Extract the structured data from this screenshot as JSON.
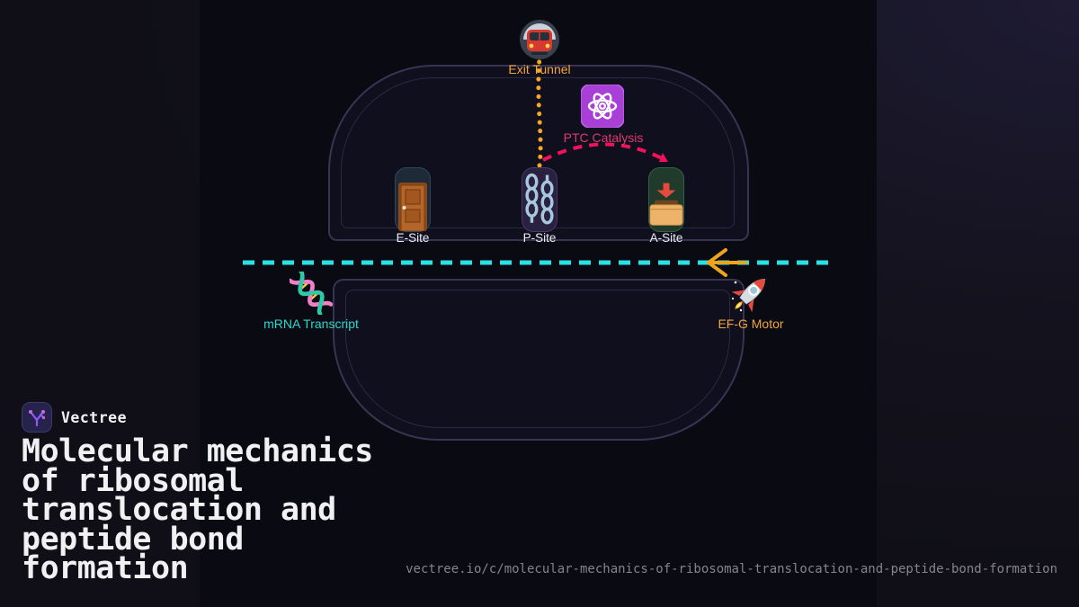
{
  "brand": {
    "name": "Vectree"
  },
  "title": "Molecular mechanics\nof ribosomal\ntranslocation and\npeptide bond\nformation",
  "footer": {
    "url": "vectree.io/c/molecular-mechanics-of-ribosomal-translocation-and-peptide-bond-formation"
  },
  "diagram": {
    "nodes": [
      {
        "id": "exit-tunnel",
        "label": "Exit Tunnel",
        "icon": "metro-icon",
        "label_color": "#f2a53a"
      },
      {
        "id": "ptc-catalysis",
        "label": "PTC Catalysis",
        "icon": "atom-icon",
        "label_color": "#dd3a6e"
      },
      {
        "id": "e-site",
        "label": "E-Site",
        "icon": "door-icon",
        "label_color": "#eceef4"
      },
      {
        "id": "p-site",
        "label": "P-Site",
        "icon": "chains-icon",
        "label_color": "#eceef4"
      },
      {
        "id": "a-site",
        "label": "A-Site",
        "icon": "inbox-icon",
        "label_color": "#eceef4"
      },
      {
        "id": "mrna-transcript",
        "label": "mRNA Transcript",
        "icon": "dna-icon",
        "label_color": "#2bd8cd"
      },
      {
        "id": "efg-motor",
        "label": "EF-G Motor",
        "icon": "rocket-icon",
        "label_color": "#eca431"
      }
    ],
    "edges": [
      {
        "id": "p-site-to-exit-tunnel",
        "style": "dotted",
        "color": "#f5a623"
      },
      {
        "id": "p-site-to-a-site-arc",
        "style": "dashed",
        "color": "#f2115c"
      },
      {
        "id": "mrna-track",
        "style": "dashed",
        "color": "#2ae2e4"
      },
      {
        "id": "translocation-arrow",
        "style": "solid",
        "color": "#eda41f"
      }
    ]
  }
}
